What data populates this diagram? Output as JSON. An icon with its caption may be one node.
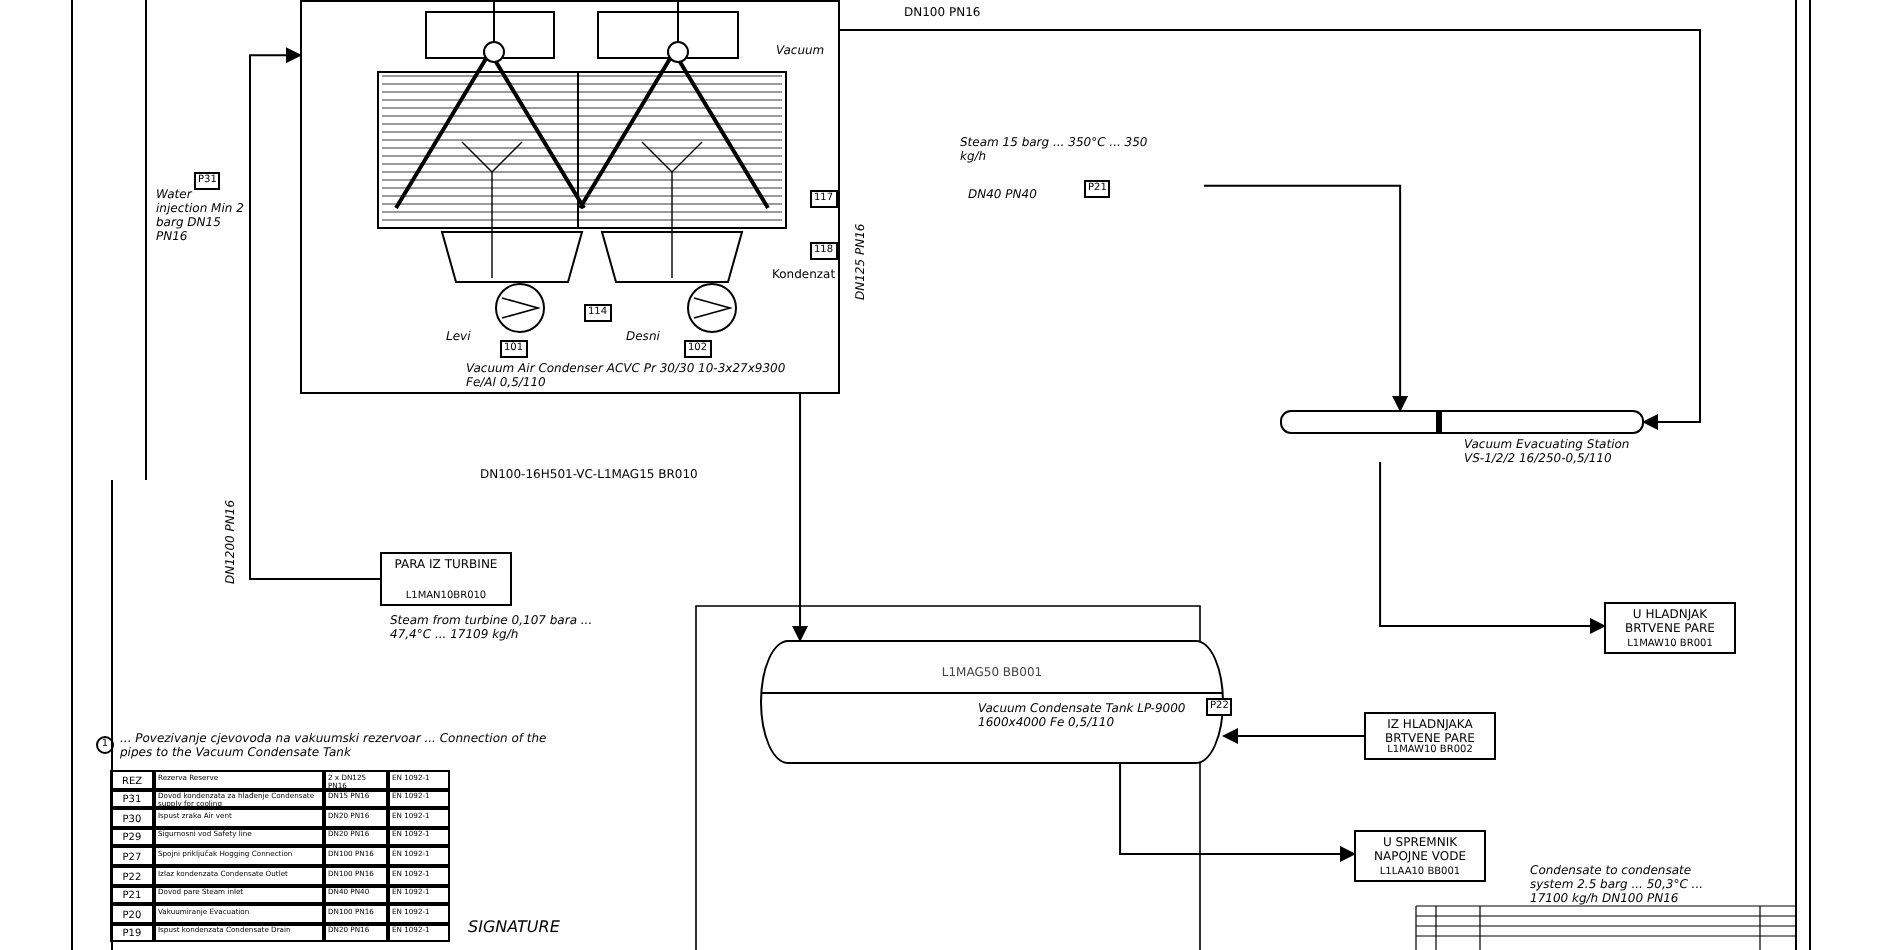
{
  "diagram": {
    "nodes": [
      {
        "text": [
          "Vacuum Air Condenser ACVC Pr 30/30 10-3x27x9300 Fe/Al 0,5/110"
        ]
      },
      {
        "text": [
          "Levi"
        ],
        "in": 0
      },
      {
        "text": [
          "Desni"
        ],
        "in": 0
      },
      {
        "text": [
          "PARA IZ TURBINE",
          "L1MAN10BR010"
        ],
        "beside": [
          "Steam from turbine 0,107 bara ... 47,4°C ... 17109 kg/h"
        ]
      },
      {
        "text": [
          "L1MAG50 BB001",
          "Vacuum Condensate Tank LP-9000 1600x4000 Fe 0,5/110"
        ]
      },
      {
        "text": [
          "Vacuum Evacuating Station VS-1/2/2 16/250-0,5/110"
        ]
      },
      {
        "text": [
          "U HLADNJAK BRTVENE PARE",
          "L1MAW10 BR001"
        ]
      },
      {
        "text": [
          "IZ HLADNJAKA BRTVENE PARE",
          "L1MAW10 BR002"
        ]
      },
      {
        "text": [
          "U SPREMNIK NAPOJNE VODE",
          "L1LAA10 BB001"
        ]
      },
      {
        "text": [
          "Steam 15 barg ... 350°C ... 350 kg/h",
          "DN40 PN40"
        ]
      }
    ],
    "edges": [
      {
        "from": 3,
        "to": 0,
        "arrow": "to"
      },
      {
        "from": 0,
        "to": 4,
        "arrow": "to"
      },
      {
        "from": 0,
        "to": 5,
        "arrow": "to"
      },
      {
        "from": 9,
        "to": 5,
        "arrow": "to"
      },
      {
        "from": 5,
        "to": 6,
        "arrow": "to"
      },
      {
        "from": 7,
        "to": 4,
        "arrow": "to"
      },
      {
        "from": 4,
        "to": 8,
        "arrow": "to"
      }
    ],
    "labels": [
      "Vacuum",
      "DN100 PN16",
      "Water injection Min 2 barg DN15 PN16",
      "P31",
      "117",
      "118",
      "Kondenzat",
      "114",
      "101",
      "102",
      "DN125 PN16",
      "DN100-16H501-VC-L1MAG15 BR010",
      "DN1200 PN16",
      "P21",
      "P22",
      "Condensate to condensate system 2.5 barg ... 50,3°C ... 17100 kg/h DN100 PN16",
      "1",
      "... Povezivanje cjevovoda na vakuumski rezervoar ... Connection of the pipes to the Vacuum Condensate Tank",
      "SIGNATURE",
      "REZ",
      "Rezerva Reserve",
      "2 x DN125 PN16",
      "EN 1092-1",
      "P31",
      "Dovod kondenzata za hlađenje Condensate supply for cooling",
      "DN15 PN16",
      "EN 1092-1",
      "P30",
      "Ispust zraka Air vent",
      "DN20 PN16",
      "EN 1092-1",
      "P29",
      "Sigurnosni vod Safety line",
      "DN20 PN16",
      "EN 1092-1",
      "P27",
      "Spojni priključak Hogging Connection",
      "DN100 PN16",
      "EN 1092-1",
      "P22",
      "Izlaz kondenzata Condensate Outlet",
      "DN100 PN16",
      "EN 1092-1",
      "P21",
      "Dovod pare Steam inlet",
      "DN40 PN40",
      "EN 1092-1",
      "P20",
      "Vakuumiranje Evacuation",
      "DN100 PN16",
      "EN 1092-1",
      "P19",
      "Ispust kondenzata Condensate Drain",
      "DN20 PN16",
      "EN 1092-1"
    ]
  }
}
